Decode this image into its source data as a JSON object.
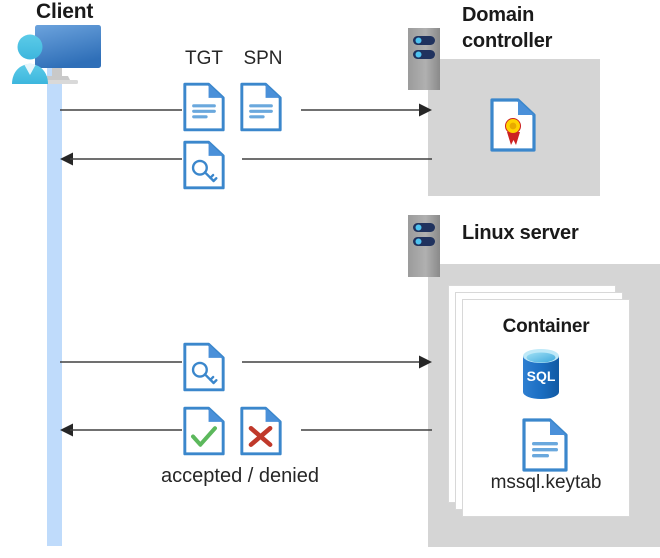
{
  "diagram": {
    "title": "Kerberos authentication flow between client, domain controller and Linux server container",
    "background": "#ffffff"
  },
  "colors": {
    "lifeline": "#bfdbfb",
    "panel_gray": "#d5d5d5",
    "doc_blue": "#3b87cc",
    "doc_fold_blue": "#4a90d9",
    "arrow_gray": "#404040",
    "sql_blue": "#1b6ec2",
    "check_green": "#5cb85c",
    "cross_red": "#c0392b",
    "cert_gold": "#ffd200",
    "cert_red": "#cc2222",
    "server_navy": "#20325e",
    "server_cyan": "#4ec3f0",
    "title_text": "#1a1a1a"
  },
  "client": {
    "title": "Client",
    "icon": "client-computer-icon",
    "lifeline": "client-lifeline"
  },
  "domain_controller": {
    "title": "Domain controller",
    "title_line_1": "Domain",
    "title_line_2": "controller",
    "server_icon": "server-rack-icon",
    "content_icon": "certificate-document-icon"
  },
  "linux_server": {
    "title": "Linux server",
    "server_icon": "server-rack-icon",
    "container": {
      "title": "Container",
      "stack_count": 3,
      "items": [
        {
          "icon": "sql-database-icon",
          "label": ""
        },
        {
          "icon": "keytab-document-icon",
          "label": "mssql.keytab"
        }
      ]
    }
  },
  "messages": [
    {
      "id": "msg-1",
      "direction": "right",
      "from": "client",
      "to": "domain-controller",
      "labels": [
        "TGT",
        "SPN"
      ],
      "icons": [
        "document-icon",
        "document-icon"
      ]
    },
    {
      "id": "msg-2",
      "direction": "left",
      "from": "domain-controller",
      "to": "client",
      "labels": [],
      "icons": [
        "key-document-icon"
      ]
    },
    {
      "id": "msg-3",
      "direction": "right",
      "from": "client",
      "to": "linux-server",
      "labels": [],
      "icons": [
        "key-document-icon"
      ]
    },
    {
      "id": "msg-4",
      "direction": "left",
      "from": "linux-server",
      "to": "client",
      "labels": [
        "accepted / denied"
      ],
      "icons": [
        "check-document-icon",
        "cross-document-icon"
      ]
    }
  ],
  "labels": {
    "tgt": "TGT",
    "spn": "SPN",
    "accepted_denied": "accepted / denied",
    "mssql_keytab": "mssql.keytab"
  }
}
